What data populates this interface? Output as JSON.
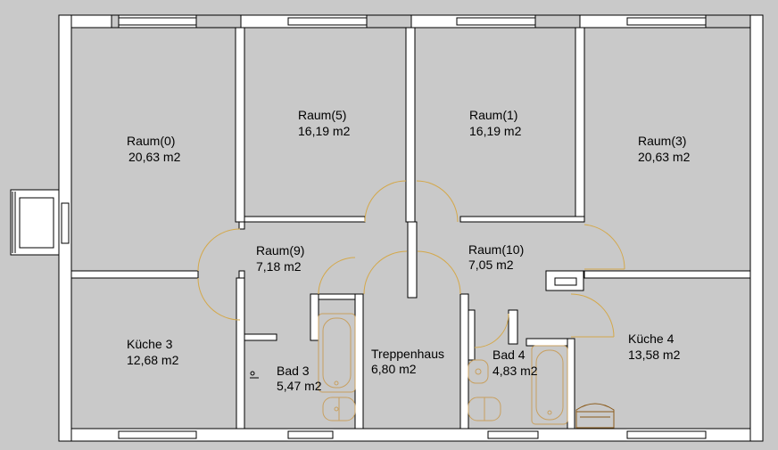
{
  "colors": {
    "background": "#c9c9c9",
    "wall_fill": "#ffffff",
    "wall_stroke": "#000000",
    "door_arc": "#d4a84a",
    "fixture": "#c8a060"
  },
  "rooms": [
    {
      "id": "raum-0",
      "name": "Raum(0)",
      "area": "20,63 m2"
    },
    {
      "id": "raum-5",
      "name": "Raum(5)",
      "area": "16,19 m2"
    },
    {
      "id": "raum-1",
      "name": "Raum(1)",
      "area": "16,19 m2"
    },
    {
      "id": "raum-3",
      "name": "Raum(3)",
      "area": "20,63 m2"
    },
    {
      "id": "raum-9",
      "name": "Raum(9)",
      "area": "7,18 m2"
    },
    {
      "id": "raum-10",
      "name": "Raum(10)",
      "area": "7,05 m2"
    },
    {
      "id": "kueche-3",
      "name": "Küche 3",
      "area": "12,68 m2"
    },
    {
      "id": "bad-3",
      "name": "Bad 3",
      "area": "5,47 m2"
    },
    {
      "id": "treppenhaus",
      "name": "Treppenhaus",
      "area": "6,80 m2"
    },
    {
      "id": "bad-4",
      "name": "Bad 4",
      "area": "4,83 m2"
    },
    {
      "id": "kueche-4",
      "name": "Küche 4",
      "area": "13,58 m2"
    }
  ],
  "fixtures": [
    {
      "id": "bathtub",
      "icon": "bathtub-icon"
    },
    {
      "id": "toilet",
      "icon": "toilet-icon"
    },
    {
      "id": "sink",
      "icon": "sink-icon"
    },
    {
      "id": "stove",
      "icon": "stove-icon"
    }
  ]
}
